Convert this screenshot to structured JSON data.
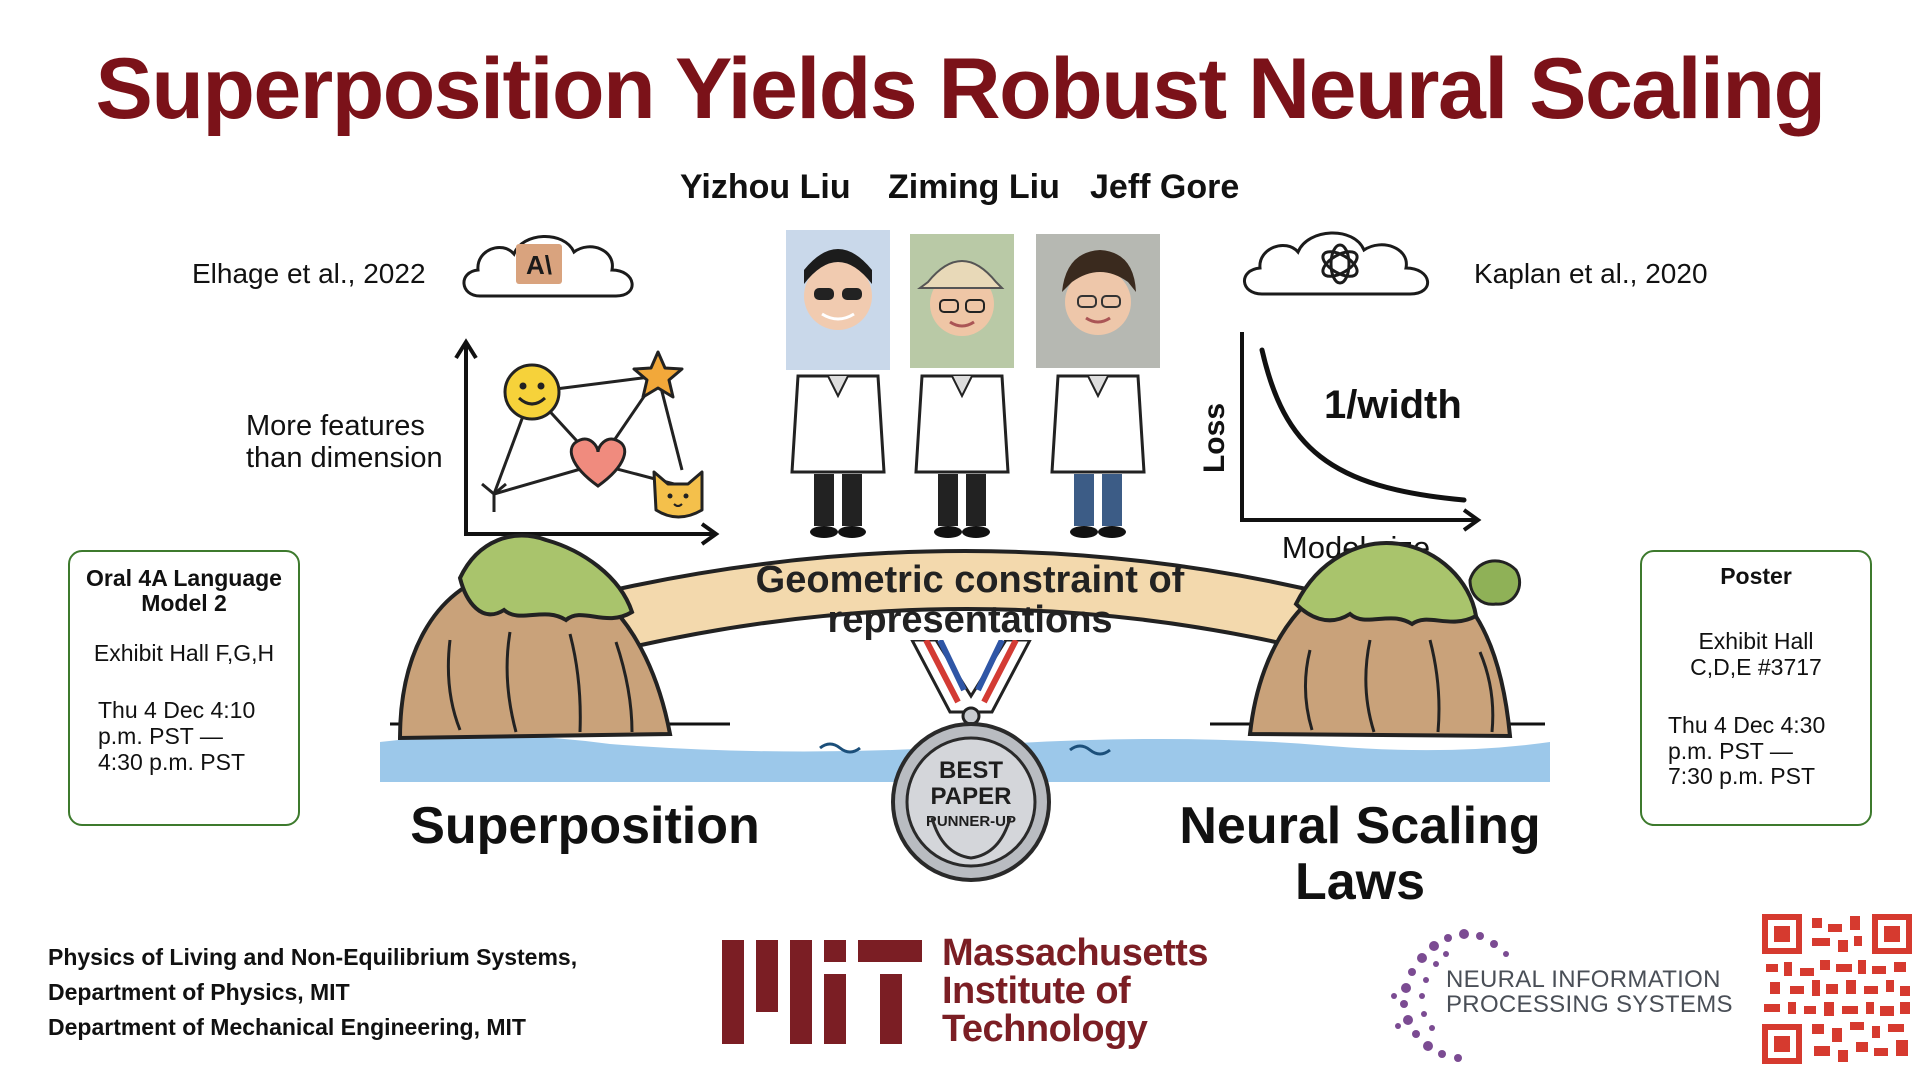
{
  "colors": {
    "title": "#7b1219",
    "mit_red": "#7b1e24",
    "box_border": "#3d7a2d",
    "island_grass": "#a9c46c",
    "island_rock": "#c9a27a",
    "bridge": "#f3d9ad",
    "water": "#9cc8ea",
    "qr_red": "#d63a2f",
    "neurips_purple": "#7b4b92"
  },
  "poster": {
    "title": "Superposition Yields Robust Neural Scaling",
    "authors": [
      "Yizhou Liu",
      "Ziming Liu",
      "Jeff Gore"
    ],
    "left_citation": "Elhage et al., 2022",
    "right_citation": "Kaplan et al., 2020",
    "left_caption_line1": "More features",
    "left_caption_line2": "than dimension",
    "scaling_curve_label": "1/width",
    "loss_axis_label": "Loss",
    "model_size_axis_label": "Model size",
    "bridge_line1": "Geometric constraint of",
    "bridge_line2": "representations",
    "medal_line1": "BEST",
    "medal_line2": "PAPER",
    "medal_line3": "RUNNER-UP",
    "left_island_label": "Superposition",
    "right_island_label_line1": "Neural Scaling",
    "right_island_label_line2": "Laws",
    "anthropic_logo_text": "A\\",
    "icons": [
      "smiley-icon",
      "star-icon",
      "heart-icon",
      "cat-icon",
      "openai-logo",
      "anthropic-logo",
      "mit-logo",
      "neurips-logo",
      "qr-code"
    ]
  },
  "oral_box": {
    "title_line1": "Oral 4A Language",
    "title_line2": "Model 2",
    "location": "Exhibit Hall F,G,H",
    "time_line1": "Thu 4 Dec 4:10",
    "time_line2": "p.m. PST —",
    "time_line3": "4:30 p.m. PST"
  },
  "poster_box": {
    "title": "Poster",
    "location_line1": "Exhibit Hall",
    "location_line2": "C,D,E #3717",
    "time_line1": "Thu 4 Dec 4:30",
    "time_line2": "p.m. PST —",
    "time_line3": "7:30 p.m. PST"
  },
  "footer": {
    "affiliations": [
      "Physics of Living and Non-Equilibrium Systems,",
      "Department of Physics, MIT",
      "Department of Mechanical Engineering, MIT"
    ],
    "mit_line1": "Massachusetts",
    "mit_line2": "Institute of",
    "mit_line3": "Technology",
    "neurips_line1": "NEURAL INFORMATION",
    "neurips_line2": "PROCESSING SYSTEMS"
  }
}
